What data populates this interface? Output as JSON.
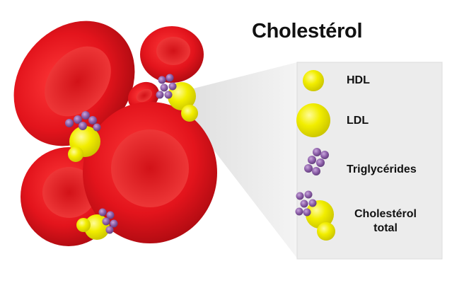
{
  "title": "Cholestérol",
  "legend": {
    "hdl": "HDL",
    "ldl": "LDL",
    "triglycerides": "Triglycérides",
    "total_line1": "Cholestérol",
    "total_line2": "total"
  },
  "colors": {
    "blood_cell": "#e3141c",
    "blood_cell_dark": "#b80c12",
    "lipoprotein": "#f2ee00",
    "triglyceride": "#8c5ea8",
    "callout_panel": "#e6e6e6"
  },
  "icons": [
    "red-blood-cell-icon",
    "hdl-particle-icon",
    "ldl-particle-icon",
    "triglyceride-cluster-icon",
    "total-cholesterol-icon"
  ]
}
